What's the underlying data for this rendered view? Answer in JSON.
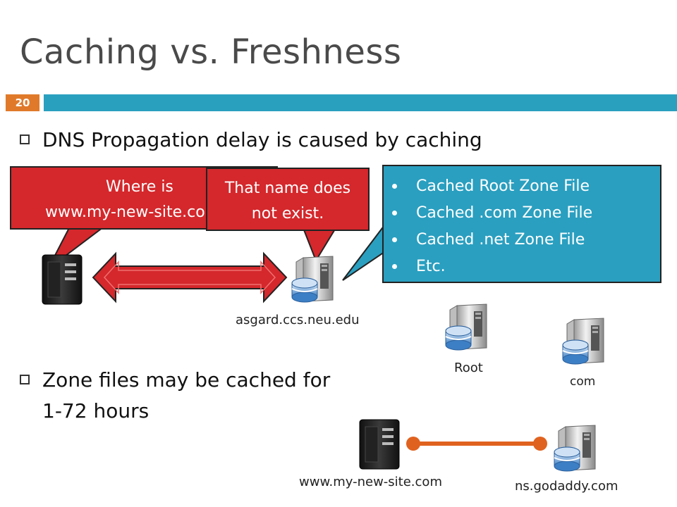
{
  "slide": {
    "title": "Caching vs. Freshness",
    "page_number": "20"
  },
  "bullets": {
    "b1": "DNS Propagation delay is caused by caching",
    "b2": "Zone files may be cached for 1-72 hours"
  },
  "callouts": {
    "where_line1": "Where is",
    "where_line2": "www.my-new-site.com?",
    "noname_line1": "That name does",
    "noname_line2": "not exist.",
    "cache_items": [
      "Cached Root Zone File",
      "Cached .com Zone File",
      "Cached .net Zone File",
      "Etc."
    ]
  },
  "labels": {
    "asgard": "asgard.ccs.neu.edu",
    "root": "Root",
    "com": "com",
    "mysite": "www.my-new-site.com",
    "godaddy": "ns.godaddy.com"
  },
  "colors": {
    "accent_orange": "#e07a2a",
    "bar_blue": "#2aa0bf",
    "callout_red": "#d4282c",
    "callout_blue": "#2a9fc0"
  },
  "icons": {
    "client": "desktop-tower-icon",
    "server": "database-server-icon"
  }
}
